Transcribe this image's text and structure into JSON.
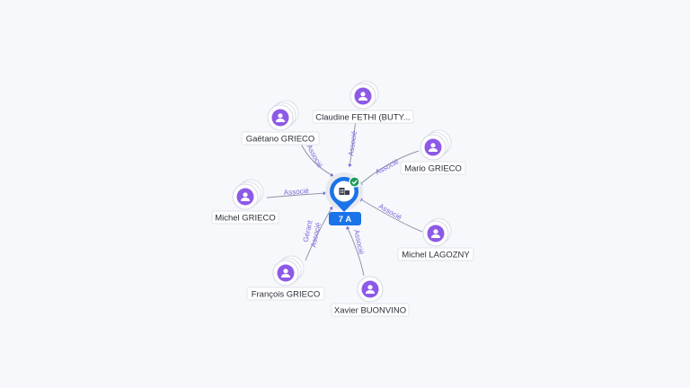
{
  "company": {
    "label": "7 A",
    "verified": true,
    "icon": "building-icon"
  },
  "relations": [
    {
      "id": "claudine",
      "name": "Claudine FETHI (BUTY...",
      "labels": [
        "Associé"
      ],
      "stack": 2
    },
    {
      "id": "gaetano",
      "name": "Gaëtano GRIECO",
      "labels": [
        "Associé"
      ],
      "stack": 3
    },
    {
      "id": "mario",
      "name": "Mario GRIECO",
      "labels": [
        "Associé"
      ],
      "stack": 3
    },
    {
      "id": "michel-grieco",
      "name": "Michel GRIECO",
      "labels": [
        "Associé"
      ],
      "stack": 3
    },
    {
      "id": "michel-lagozny",
      "name": "Michel LAGOZNY",
      "labels": [
        "Associé"
      ],
      "stack": 2
    },
    {
      "id": "francois",
      "name": "François GRIECO",
      "labels": [
        "Gérant",
        "Associé"
      ],
      "stack": 3
    },
    {
      "id": "xavier",
      "name": "Xavier BUONVINO",
      "labels": [
        "Associé"
      ],
      "stack": 1
    }
  ]
}
